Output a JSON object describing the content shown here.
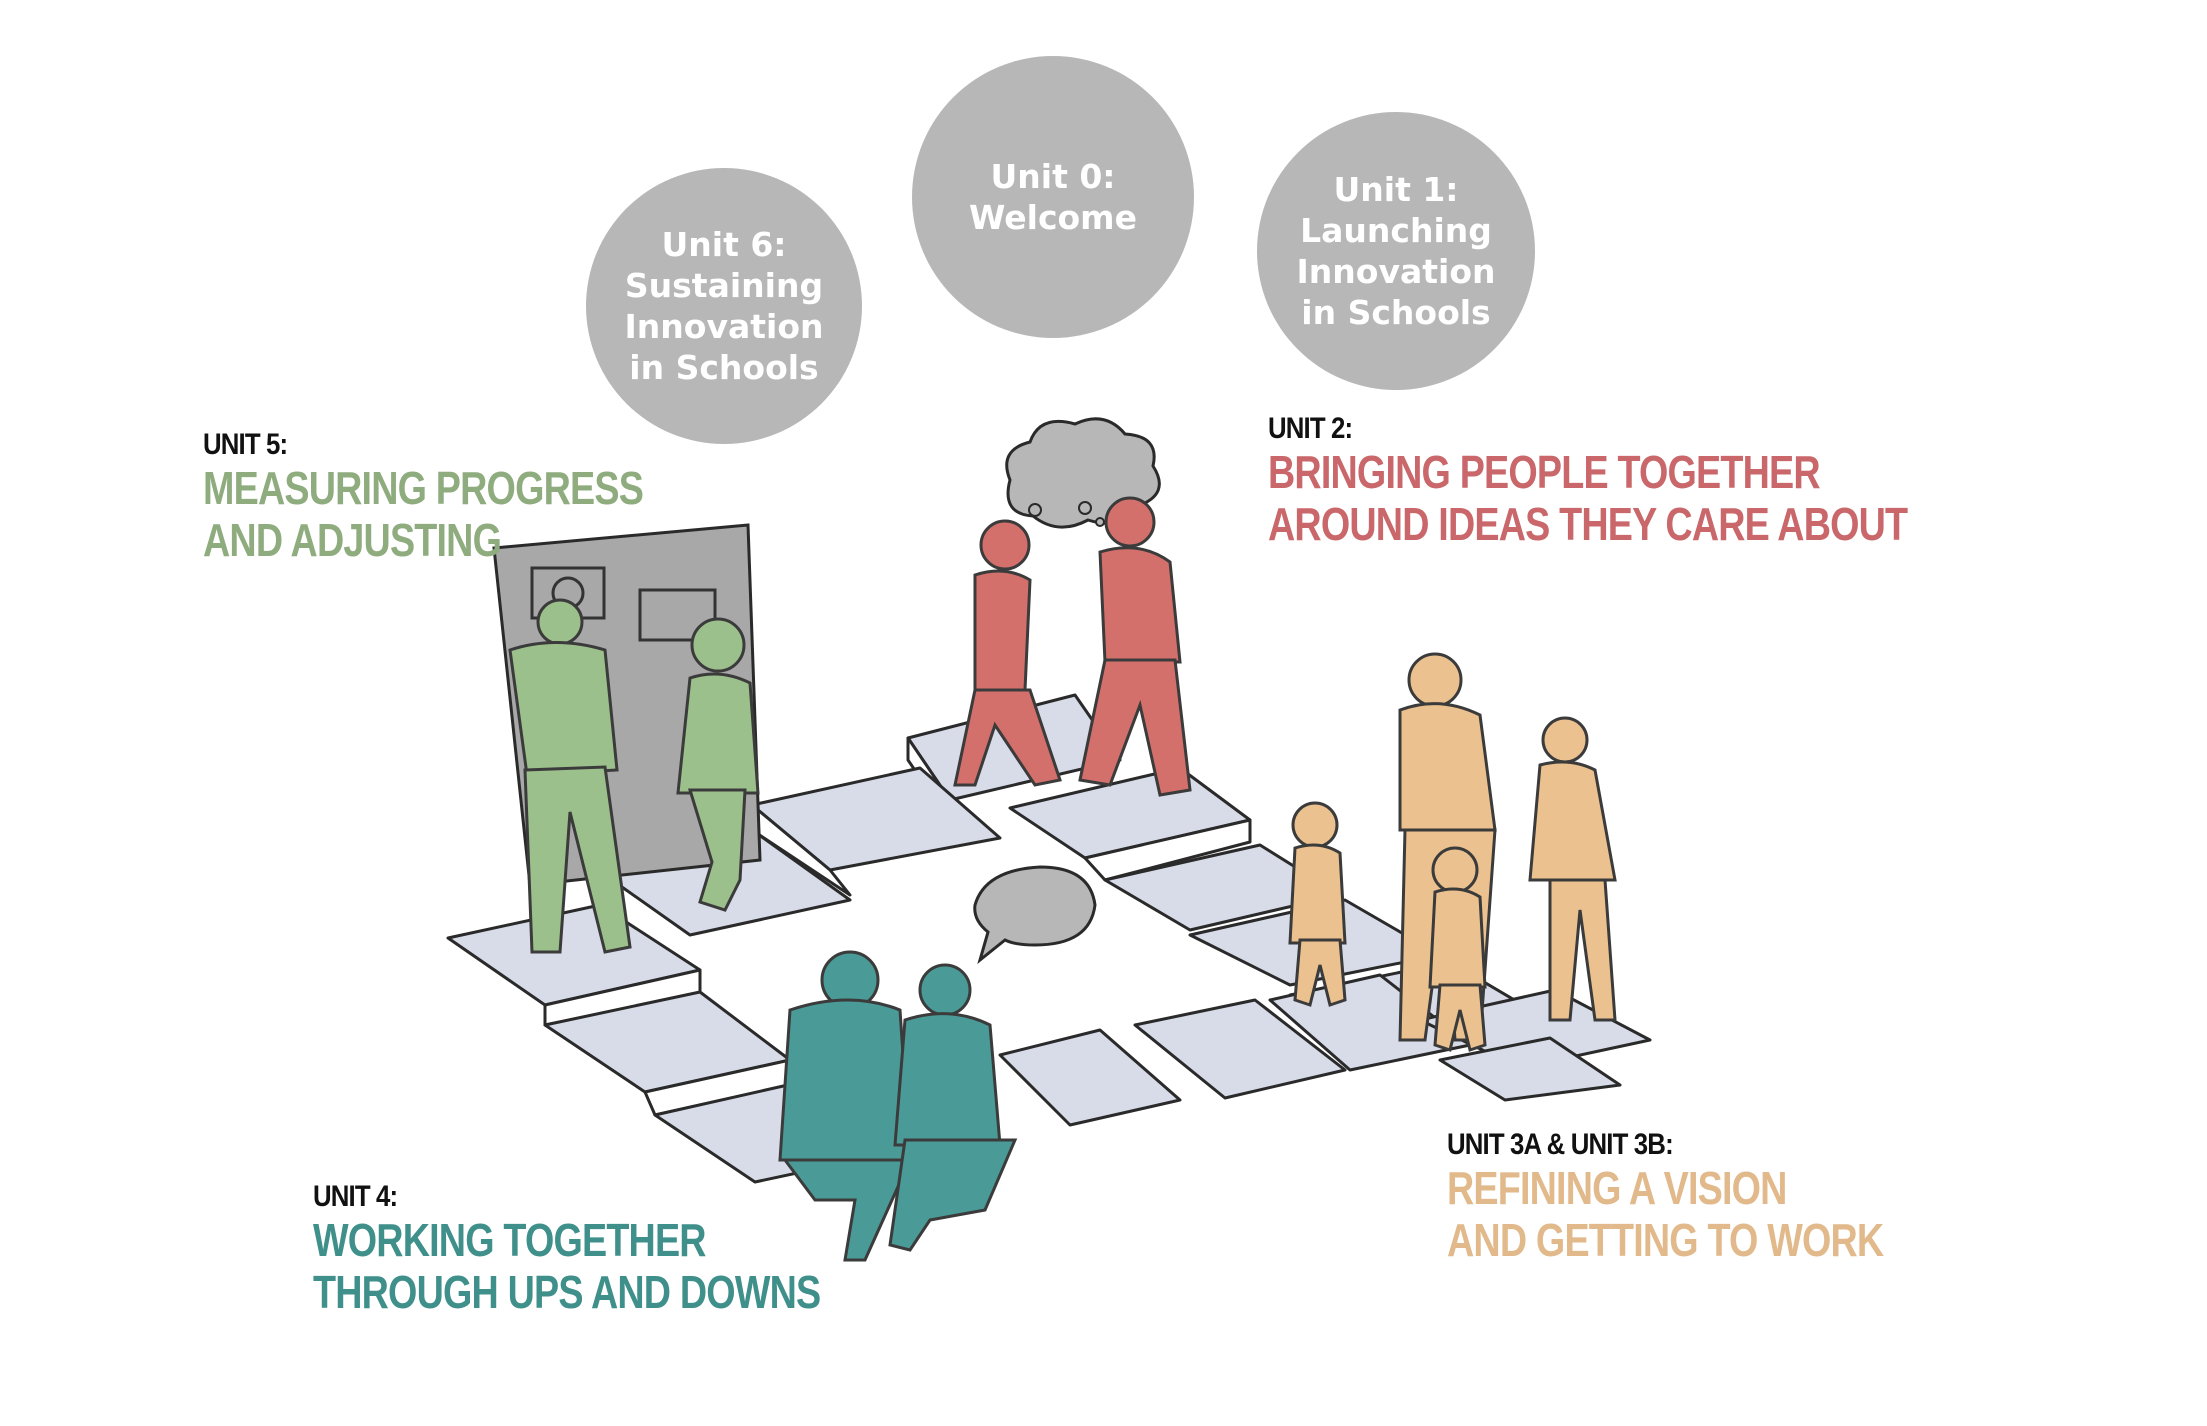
{
  "bubbles": [
    {
      "id": "unit0",
      "text": "Unit 0:\nWelcome"
    },
    {
      "id": "unit6",
      "text": "Unit 6:\nSustaining\nInnovation\nin Schools"
    },
    {
      "id": "unit1",
      "text": "Unit 1:\nLaunching\nInnovation\nin Schools"
    }
  ],
  "units": {
    "unit5": {
      "label": "UNIT 5:",
      "title": "MEASURING PROGRESS\nAND ADJUSTING",
      "color": "#8fac7e"
    },
    "unit2": {
      "label": "UNIT 2:",
      "title": "BRINGING PEOPLE TOGETHER\nAROUND IDEAS THEY CARE ABOUT",
      "color": "#c9676b"
    },
    "unit3": {
      "label": "UNIT 3A & UNIT 3B:",
      "title": "REFINING A VISION\nAND GETTING TO WORK",
      "color": "#e1b98b"
    },
    "unit4": {
      "label": "UNIT 4:",
      "title": "WORKING  TOGETHER\nTHROUGH UPS AND DOWNS",
      "color": "#3f8f8b"
    }
  },
  "colors": {
    "bubble": "#b7b7b7",
    "path": "#d7dce8",
    "green": "#9cc08c",
    "red": "#d4706c",
    "tan": "#ebc28f",
    "teal": "#4a9b98"
  }
}
